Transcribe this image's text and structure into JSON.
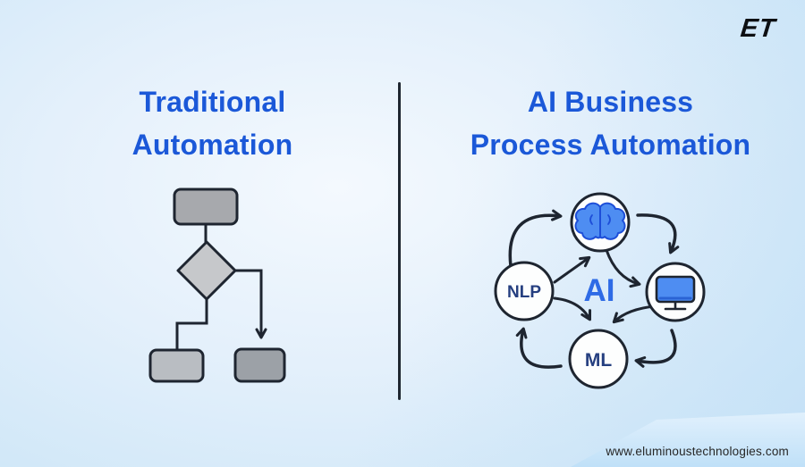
{
  "logo": {
    "text": "ET"
  },
  "left_panel": {
    "title_line1": "Traditional",
    "title_line2": "Automation",
    "diagram": {
      "type": "flowchart",
      "nodes": [
        "process-box-top",
        "decision-diamond",
        "process-box-bottom-left",
        "process-box-bottom-right"
      ]
    }
  },
  "right_panel": {
    "title_line1": "AI Business",
    "title_line2": "Process Automation",
    "diagram": {
      "type": "cycle",
      "center_label": "AI",
      "nodes": [
        {
          "position": "top",
          "icon": "brain-icon"
        },
        {
          "position": "left",
          "label": "NLP"
        },
        {
          "position": "right",
          "icon": "computer-monitor-icon"
        },
        {
          "position": "bottom",
          "label": "ML"
        }
      ]
    }
  },
  "footer": {
    "website": "www.eluminoustechnologies.com"
  },
  "colors": {
    "title_blue": "#1b58d8",
    "ai_blue": "#2e6be6",
    "label_navy": "#253f80",
    "icon_blue": "#4e8df2",
    "stroke_dark": "#1e2530",
    "node_gray_mid": "#a7a9ad",
    "node_gray_light": "#b9bdc2",
    "node_gray_dark": "#9ca1a7",
    "diamond_gray": "#c6c8cb",
    "banner_blue": "#d4ebfc"
  }
}
